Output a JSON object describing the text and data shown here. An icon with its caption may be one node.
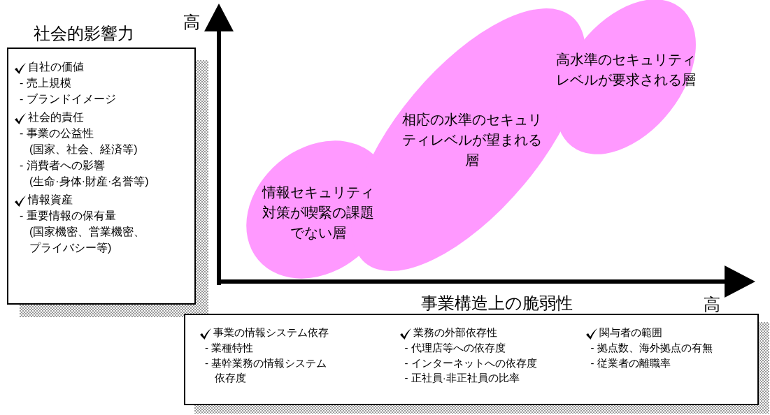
{
  "diagram": {
    "nodes": [
      {
        "text": [
          "自社の価値",
          "- 売上規模",
          "- ブランドイメージ",
          "社会的責任",
          "- 事業の公益性",
          "(国家、社会、経済等)",
          "- 消費者への影響",
          "(生命·身体·財産·名誉等)",
          "情報資産",
          "- 重要情報の保有量",
          "(国家機密、営業機密、",
          "プライバシー等)"
        ]
      },
      {
        "text": [
          "事業の情報システム依存",
          "- 業種特性",
          "- 基幹業務の情報システム",
          "依存度",
          "業務の外部依存性",
          "- 代理店等への依存度",
          "- インターネットへの依存度",
          "- 正社員·非正社員の比率",
          "関与者の範囲",
          "- 拠点数、海外拠点の有無",
          "- 従業者の離職率"
        ]
      },
      {
        "text": [
          "情報セキュリティ対策が喫緊の課題でない層"
        ]
      },
      {
        "text": [
          "相応の水準のセキュリティレベルが望まれる層"
        ]
      },
      {
        "text": [
          "高水準のセキュリティレベルが要求される層"
        ]
      }
    ],
    "edges": [],
    "labels": [
      "社会的影響力",
      "高",
      "事業構造上の脆弱性",
      "高"
    ]
  }
}
